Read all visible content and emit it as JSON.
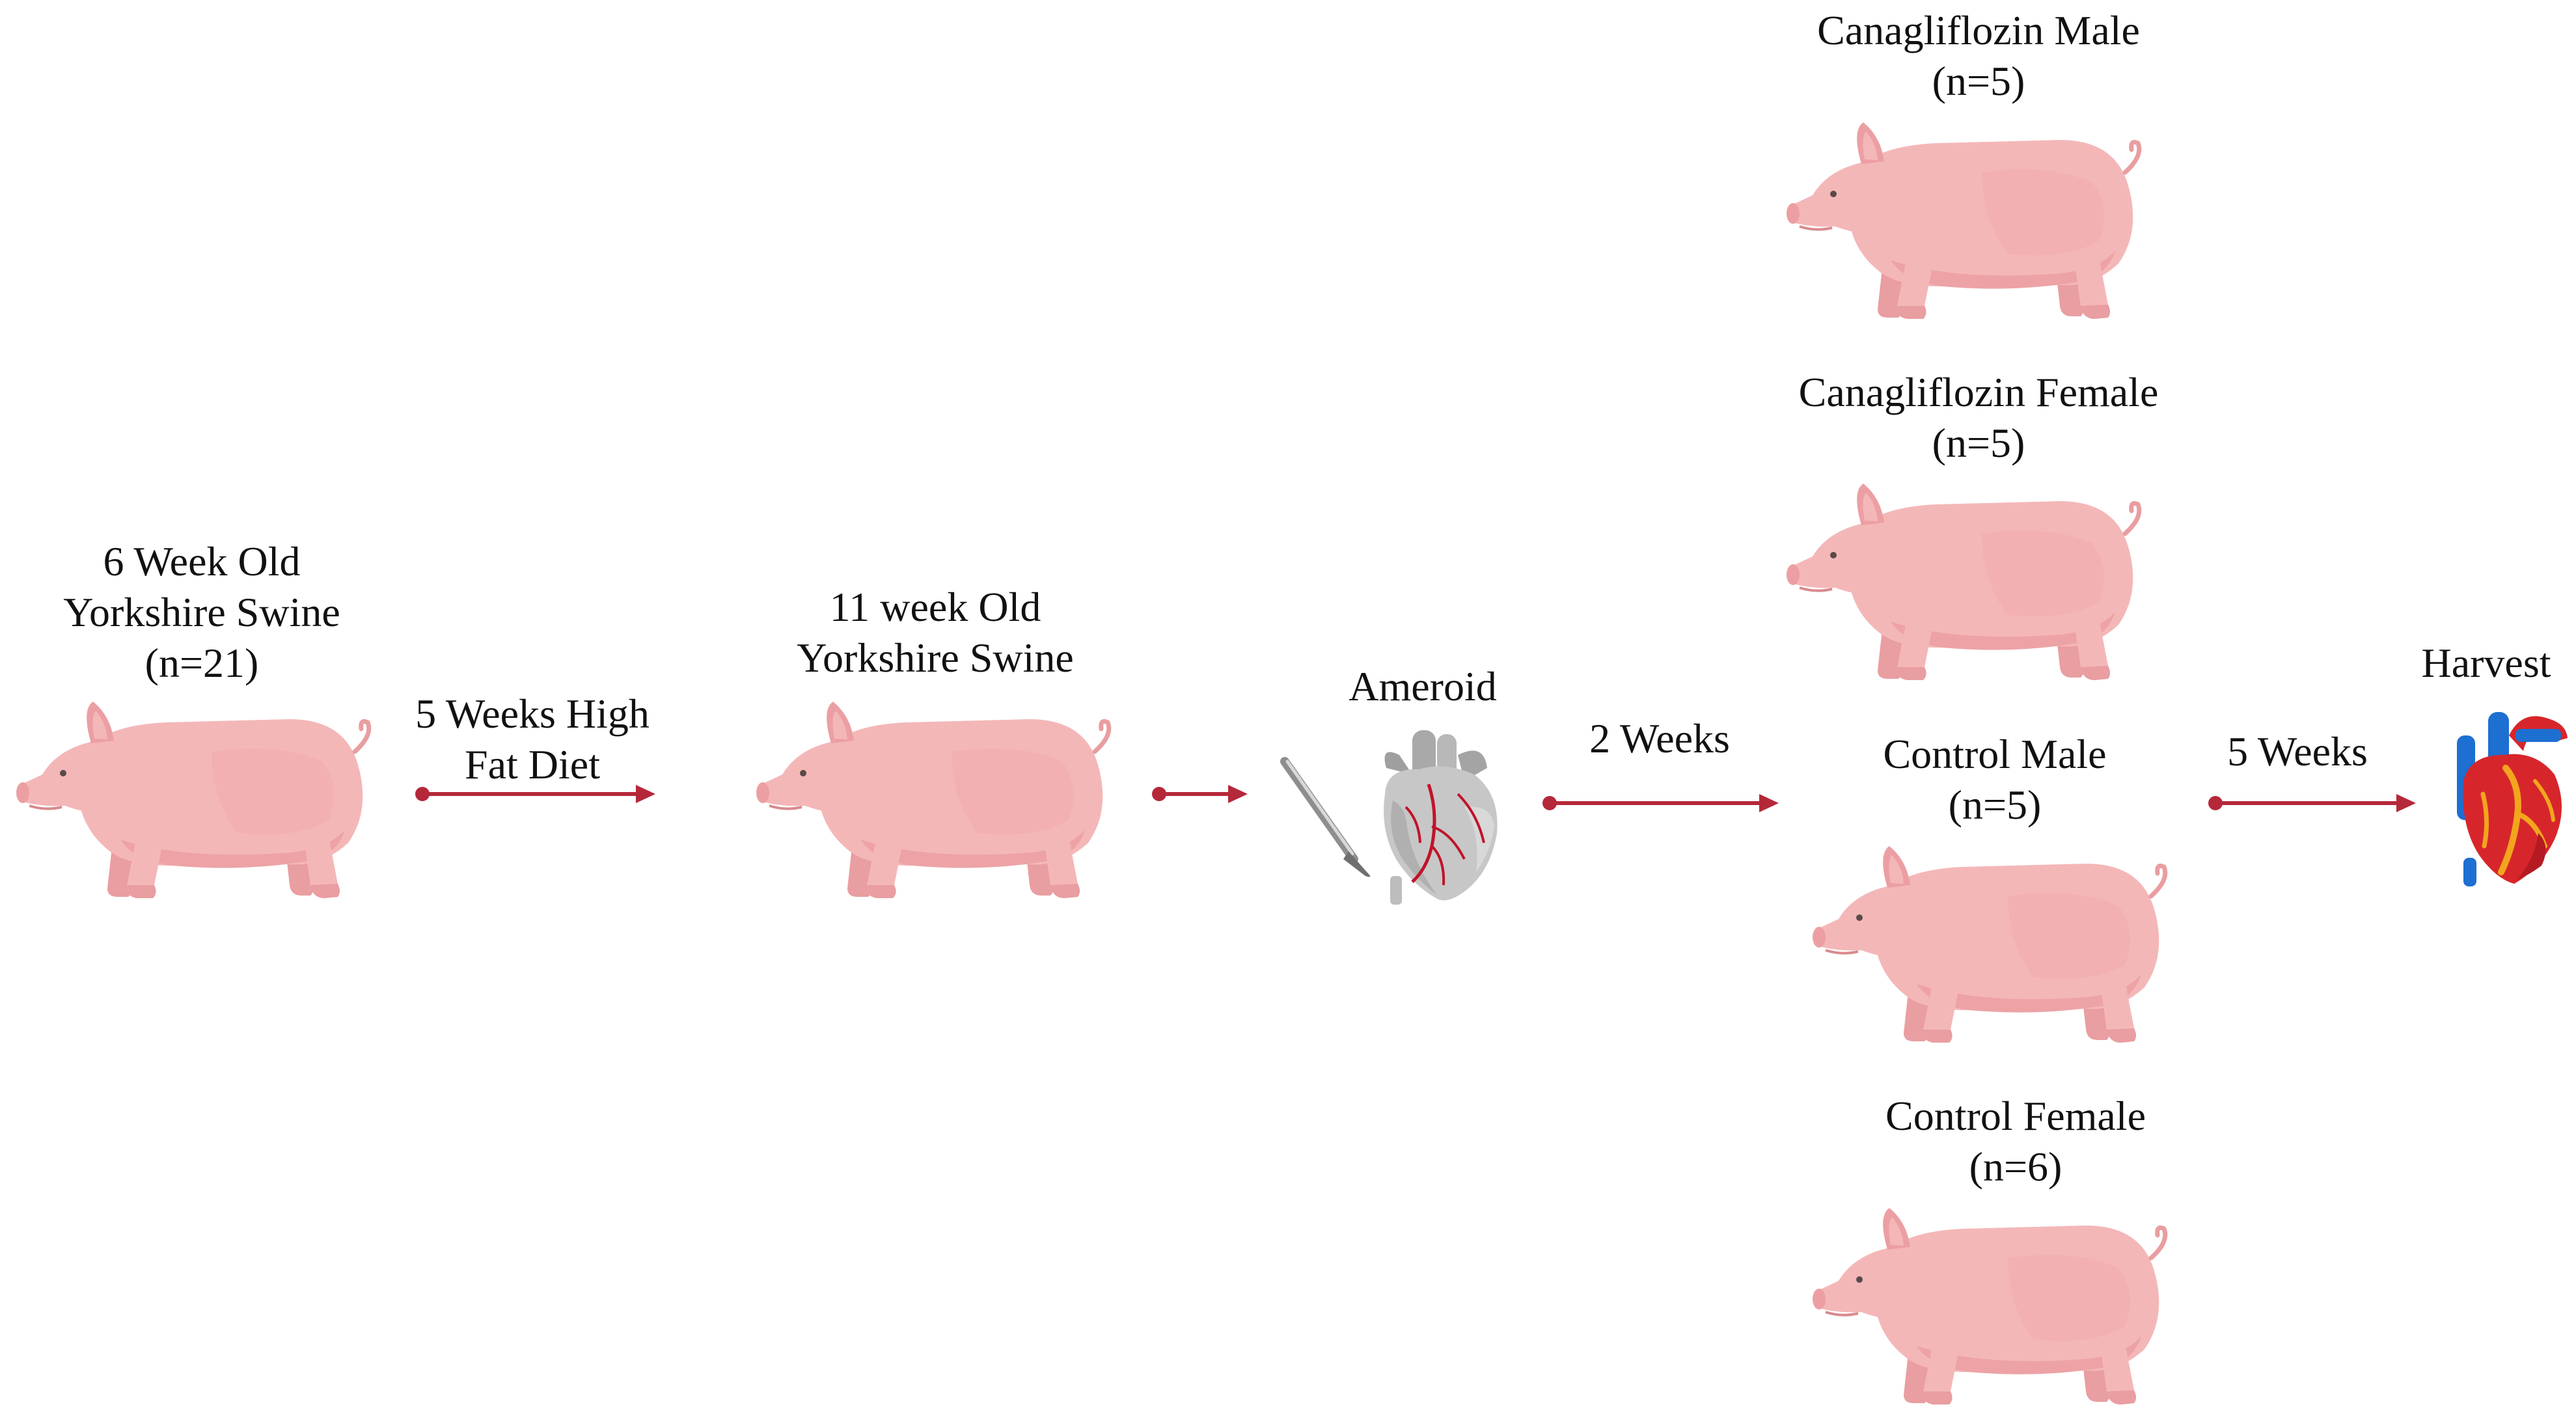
{
  "colors": {
    "arrow": "#b5283a",
    "pig_body": "#f4b7b8",
    "pig_shade": "#e99ea1",
    "pig_outline": "#e79a9d",
    "heart_red": "#d7262b",
    "heart_blue": "#1d6fd1",
    "heart_yellow": "#f2a51e",
    "gray_heart": "#c7c7c7",
    "vessel_red": "#c0142a"
  },
  "icons": {
    "pig": "pig-icon",
    "scalpel": "scalpel-icon",
    "ameroid_heart": "heart-ameroid-icon",
    "harvest_heart": "anatomical-heart-icon"
  },
  "stages": {
    "start": {
      "line1": "6 Week Old",
      "line2": "Yorkshire Swine",
      "line3": "(n=21)"
    },
    "diet": {
      "line1": "5 Weeks High",
      "line2": "Fat Diet"
    },
    "eleven": {
      "line1": "11 week Old",
      "line2": "Yorkshire Swine"
    },
    "ameroid": {
      "label": "Ameroid"
    },
    "two_weeks": {
      "label": "2 Weeks"
    },
    "five_weeks": {
      "label": "5 Weeks"
    },
    "harvest": {
      "label": "Harvest"
    }
  },
  "groups": [
    {
      "line1": "Canagliflozin Male",
      "line2": "(n=5)"
    },
    {
      "line1": "Canagliflozin Female",
      "line2": "(n=5)"
    },
    {
      "line1": "Control Male",
      "line2": "(n=5)"
    },
    {
      "line1": "Control Female",
      "line2": "(n=6)"
    }
  ]
}
